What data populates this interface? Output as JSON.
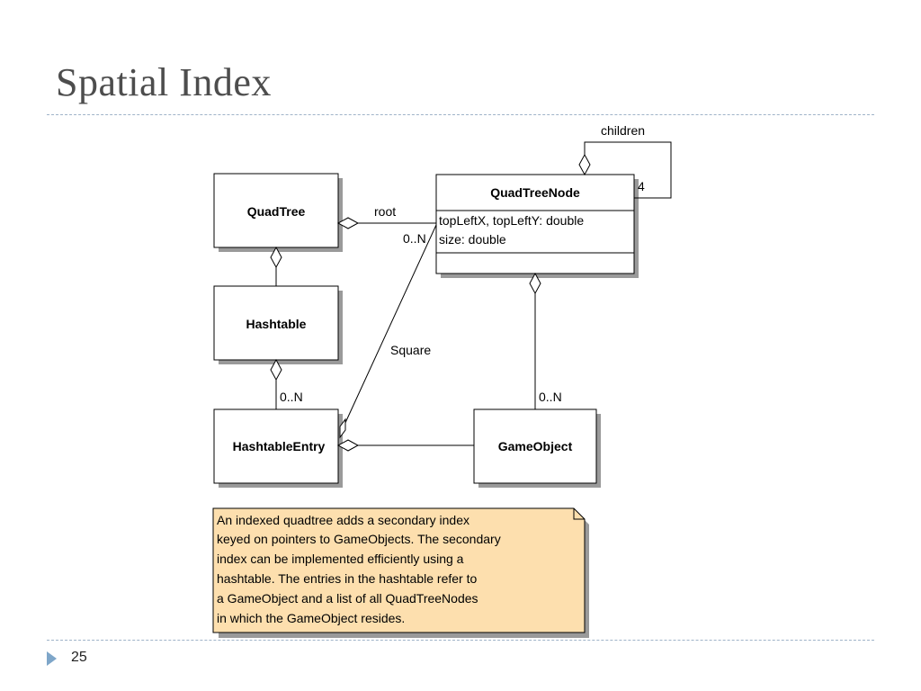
{
  "slide": {
    "title": "Spatial Index",
    "page_number": "25"
  },
  "diagram": {
    "classes": {
      "quadtree": "QuadTree",
      "quadtreenode": "QuadTreeNode",
      "hashtable": "Hashtable",
      "hashtableentry": "HashtableEntry",
      "gameobject": "GameObject"
    },
    "attributes": {
      "node_attr_1": "topLeftX, topLeftY: double",
      "node_attr_2": "size: double"
    },
    "labels": {
      "children": "children",
      "four": "4",
      "root": "root",
      "zero_n_node": "0..N",
      "square": "Square",
      "zero_n_entry": "0..N",
      "zero_n_gameobject": "0..N"
    },
    "note": {
      "lines": [
        "An indexed quadtree adds a secondary index",
        "keyed on pointers to GameObjects. The secondary",
        "index can be implemented efficiently using a",
        "hashtable. The entries in the hashtable refer to",
        "a GameObject and a list of all QuadTreeNodes",
        "in which the GameObject resides."
      ]
    },
    "colors": {
      "note_fill": "#fddfae",
      "box_fill": "#ffffff",
      "shadow": "#9a9a9a"
    }
  }
}
